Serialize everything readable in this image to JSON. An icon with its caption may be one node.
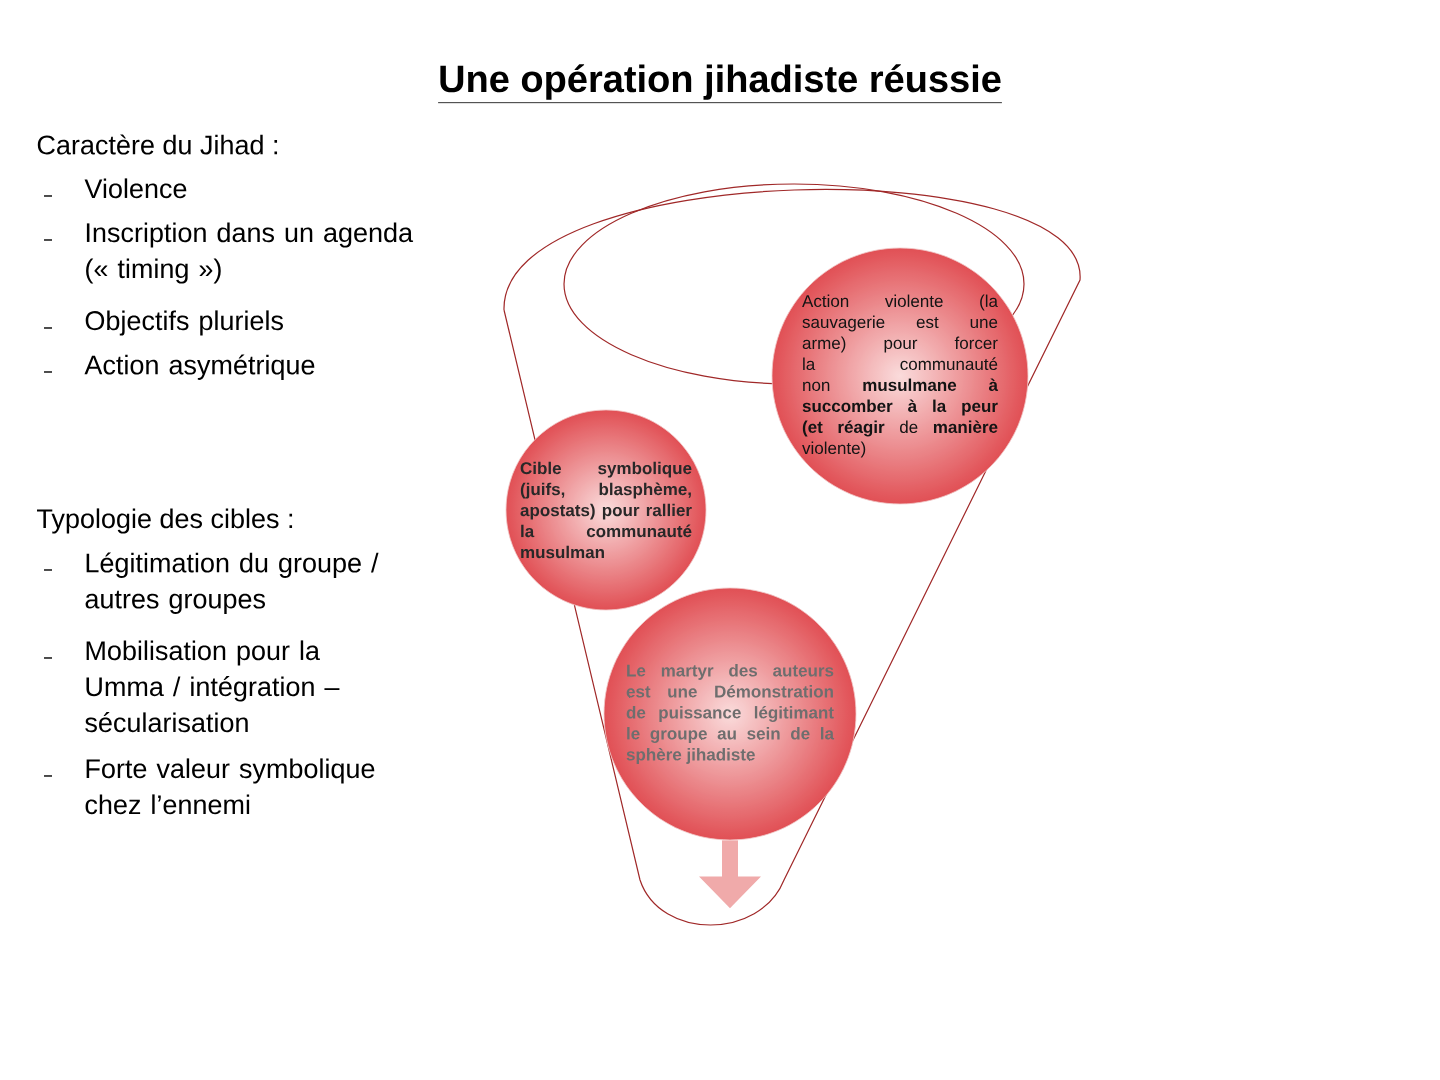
{
  "diagram": {
    "title": "Une opération jihadiste réussie",
    "nodes": [
      {
        "text": [
          "Cible symbolique (juifs, blasphème, apostats) pour rallier la communauté musulman"
        ]
      },
      {
        "text": [
          "Action violente (la sauvagerie est une arme) pour forcer la communauté non **musulmane à succomber à la peur (et réagir** de **manière** violente)"
        ]
      },
      {
        "text": [
          "Le martyr des auteurs est une Démonstration de puissance légitimant le groupe au sein de la sphère jihadiste"
        ]
      }
    ],
    "labels": [
      "Caractère du Jihad :",
      "Violence",
      "Inscription dans un agenda (« timing »)",
      "Objectifs pluriels",
      "Action asymétrique",
      "Typologie des cibles :",
      "Légitimation du groupe / autres groupes",
      "Mobilisation pour la Umma / intégration – sécularisation",
      "Forte valeur symbolique chez l’ennemi"
    ]
  }
}
